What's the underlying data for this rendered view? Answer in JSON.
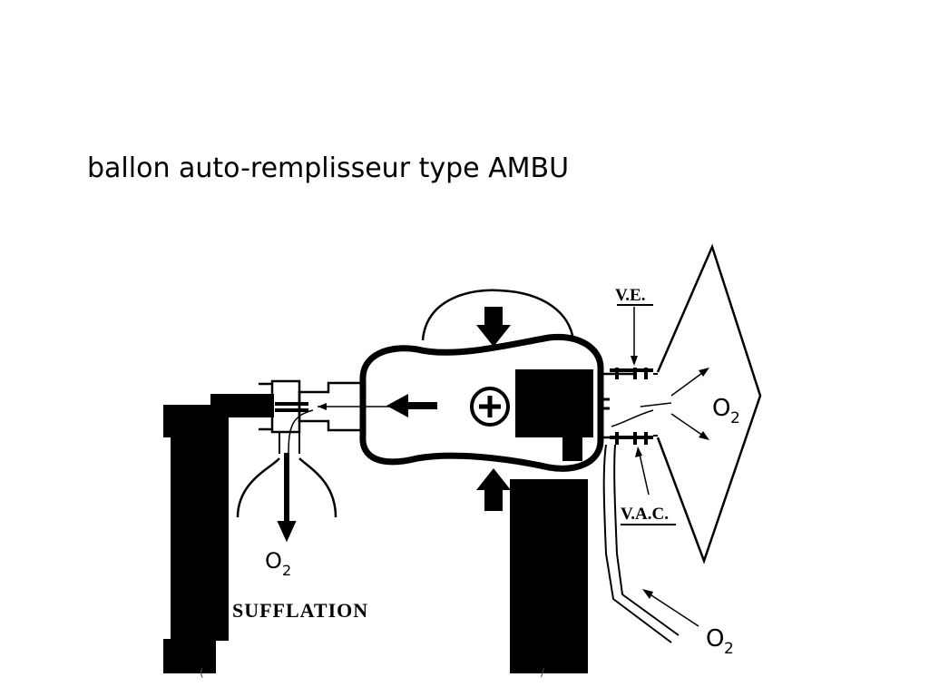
{
  "slide": {
    "title": "ballon auto-remplisseur type AMBU"
  },
  "diagram": {
    "labels": {
      "expiratory_valve": "V.E.",
      "anti_reflux_valve": "V.A.C.",
      "insufflation": "SUFFLATION",
      "o2_patient": "O",
      "o2_reservoir": "O",
      "o2_inlet": "O",
      "o2_subscript": "2"
    },
    "center_symbol": "+"
  }
}
